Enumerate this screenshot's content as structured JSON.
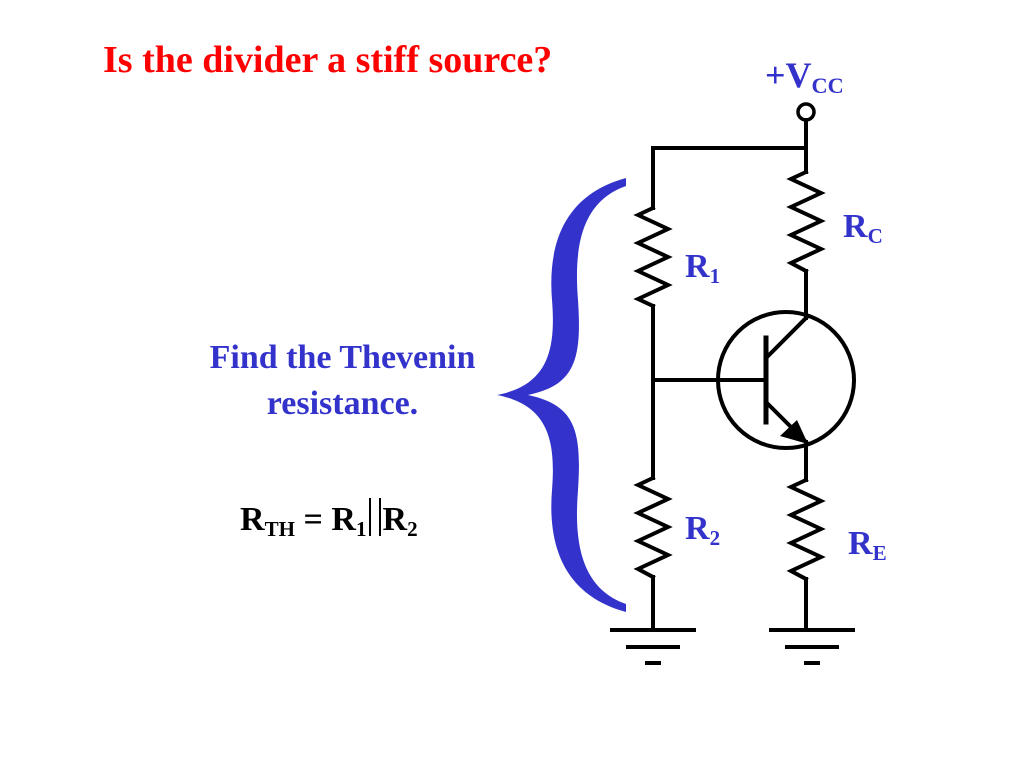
{
  "title": "Is the divider a stiff source?",
  "labels": {
    "vcc_main": "+V",
    "vcc_sub": "CC",
    "rc_main": "R",
    "rc_sub": "C",
    "r1_main": "R",
    "r1_sub": "1",
    "r2_main": "R",
    "r2_sub": "2",
    "re_main": "R",
    "re_sub": "E"
  },
  "note": {
    "line1": "Find the Thevenin",
    "line2": "resistance."
  },
  "formula": {
    "lhs_main": "R",
    "lhs_sub": "TH",
    "equals": " = ",
    "r1_main": "R",
    "r1_sub": "1",
    "r2_main": "R",
    "r2_sub": "2"
  },
  "colors": {
    "title": "#ff0000",
    "labels": "#3333cc",
    "brace": "#3333cc",
    "wires": "#000000"
  }
}
